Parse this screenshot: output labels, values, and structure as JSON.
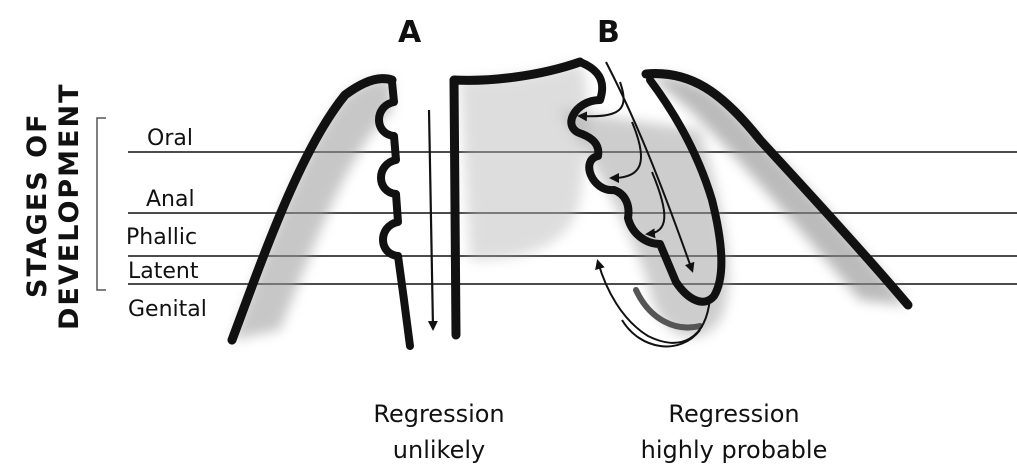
{
  "title_line1": "STAGES OF",
  "title_line2": "DEVELOPMENT",
  "stages": [
    "Oral",
    "Anal",
    "Phallic",
    "Latent",
    "Genital"
  ],
  "panel_a": {
    "label": "A",
    "caption_line1": "Regression",
    "caption_line2": "unlikely"
  },
  "panel_b": {
    "label": "B",
    "caption_line1": "Regression",
    "caption_line2": "highly probable"
  }
}
